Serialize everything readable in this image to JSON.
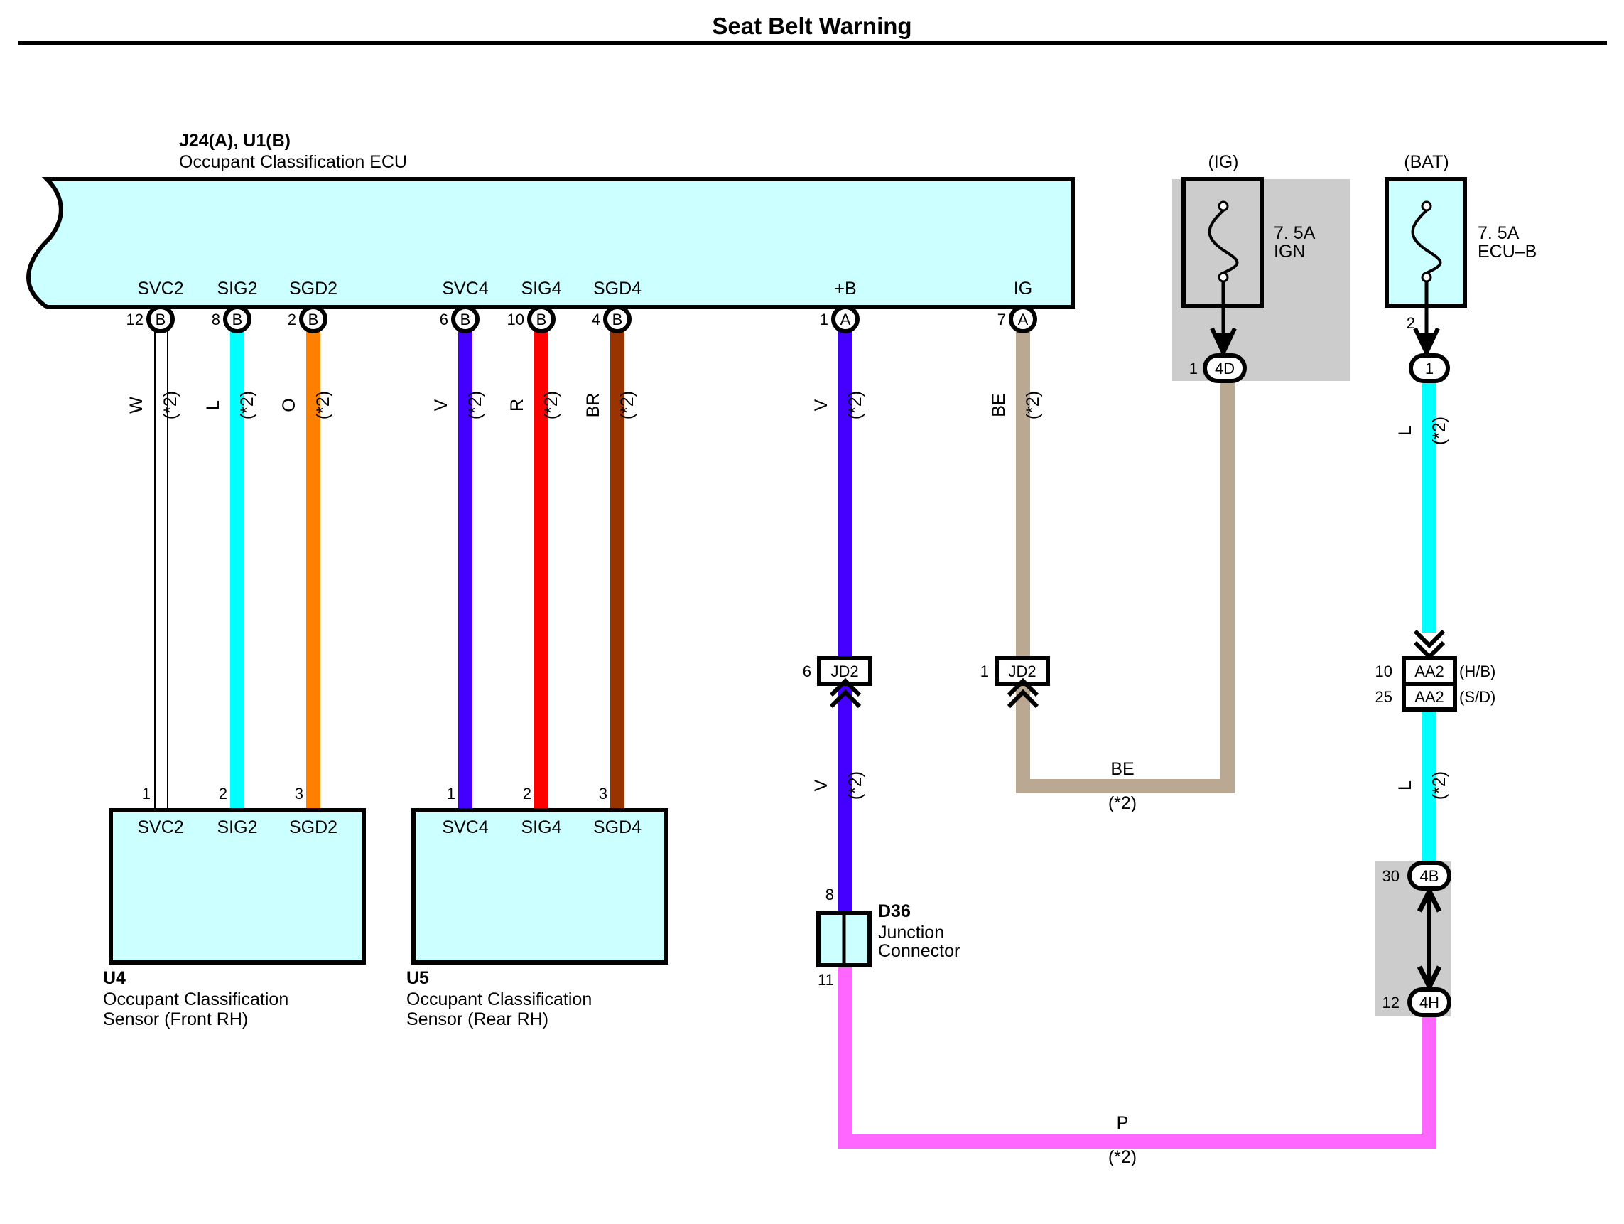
{
  "title": "Seat Belt Warning",
  "colors": {
    "component_fill": "#ccffff",
    "fuse_box_shade": "#cccccc",
    "wire_W": "#ffffff",
    "wire_L": "#00ffff",
    "wire_O": "#ff8000",
    "wire_V": "#4400ff",
    "wire_R": "#ff0000",
    "wire_BR": "#993300",
    "wire_BE": "#bba893",
    "wire_P": "#ff66ff"
  },
  "ecu": {
    "ref": "J24(A), U1(B)",
    "name": "Occupant Classification ECU",
    "terminals": [
      {
        "pin": "12",
        "conn": "B",
        "label": "SVC2"
      },
      {
        "pin": "8",
        "conn": "B",
        "label": "SIG2"
      },
      {
        "pin": "2",
        "conn": "B",
        "label": "SGD2"
      },
      {
        "pin": "6",
        "conn": "B",
        "label": "SVC4"
      },
      {
        "pin": "10",
        "conn": "B",
        "label": "SIG4"
      },
      {
        "pin": "4",
        "conn": "B",
        "label": "SGD4"
      },
      {
        "pin": "1",
        "conn": "A",
        "label": "+B"
      },
      {
        "pin": "7",
        "conn": "A",
        "label": "IG"
      }
    ]
  },
  "wires": [
    {
      "color": "W",
      "note": "(*2)"
    },
    {
      "color": "L",
      "note": "(*2)"
    },
    {
      "color": "O",
      "note": "(*2)"
    },
    {
      "color": "V",
      "note": "(*2)"
    },
    {
      "color": "R",
      "note": "(*2)"
    },
    {
      "color": "BR",
      "note": "(*2)"
    },
    {
      "color": "V",
      "note": "(*2)"
    },
    {
      "color": "BE",
      "note": "(*2)"
    },
    {
      "color": "L",
      "note": "(*2)"
    },
    {
      "color": "V",
      "note": "(*2)"
    },
    {
      "color": "L",
      "note": "(*2)"
    }
  ],
  "sensor_u4": {
    "ref": "U4",
    "name_line1": "Occupant Classification",
    "name_line2": "Sensor (Front RH)",
    "terminals": [
      {
        "pin": "1",
        "label": "SVC2"
      },
      {
        "pin": "2",
        "label": "SIG2"
      },
      {
        "pin": "3",
        "label": "SGD2"
      }
    ]
  },
  "sensor_u5": {
    "ref": "U5",
    "name_line1": "Occupant Classification",
    "name_line2": "Sensor (Rear RH)",
    "terminals": [
      {
        "pin": "1",
        "label": "SVC4"
      },
      {
        "pin": "2",
        "label": "SIG4"
      },
      {
        "pin": "3",
        "label": "SGD4"
      }
    ]
  },
  "fuse_ig": {
    "source": "(IG)",
    "rating": "7. 5A",
    "name": "IGN",
    "out_pin": "1",
    "out_conn": "4D"
  },
  "fuse_bat": {
    "source": "(BAT)",
    "rating": "7. 5A",
    "name": "ECU–B",
    "fuse_pin": "2",
    "out_conn": "1"
  },
  "connectors": {
    "jd2_left": {
      "pin": "6",
      "name": "JD2"
    },
    "jd2_right": {
      "pin": "1",
      "name": "JD2"
    },
    "aa2_hb": {
      "pin": "10",
      "name": "AA2",
      "suffix": "(H/B)"
    },
    "aa2_sd": {
      "pin": "25",
      "name": "AA2",
      "suffix": "(S/D)"
    },
    "c4b": {
      "pin": "30",
      "name": "4B"
    },
    "c4h": {
      "pin": "12",
      "name": "4H"
    }
  },
  "junction": {
    "ref": "D36",
    "name_line1": "Junction",
    "name_line2": "Connector",
    "pin_top": "8",
    "pin_bottom": "11"
  },
  "wire_be_bottom": {
    "color": "BE",
    "note": "(*2)"
  },
  "wire_p_bottom": {
    "color": "P",
    "note": "(*2)"
  }
}
